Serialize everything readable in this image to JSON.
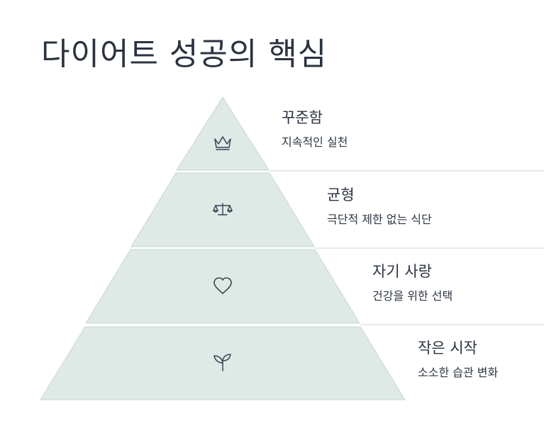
{
  "title": "다이어트 성공의 핵심",
  "levels": [
    {
      "heading": "꾸준함",
      "subtext": "지속적인 실천",
      "icon": "crown-icon"
    },
    {
      "heading": "균형",
      "subtext": "극단적 제한 없는 식단",
      "icon": "balance-scale-icon"
    },
    {
      "heading": "자기 사랑",
      "subtext": "건강을 위한 선택",
      "icon": "heart-icon"
    },
    {
      "heading": "작은 시작",
      "subtext": "소소한 습관 변화",
      "icon": "sprout-icon"
    }
  ],
  "colors": {
    "tier_fill": "#dfe9e6",
    "tier_stroke": "#c6d8d2",
    "text": "#2b3340",
    "divider": "#dde6e3"
  }
}
